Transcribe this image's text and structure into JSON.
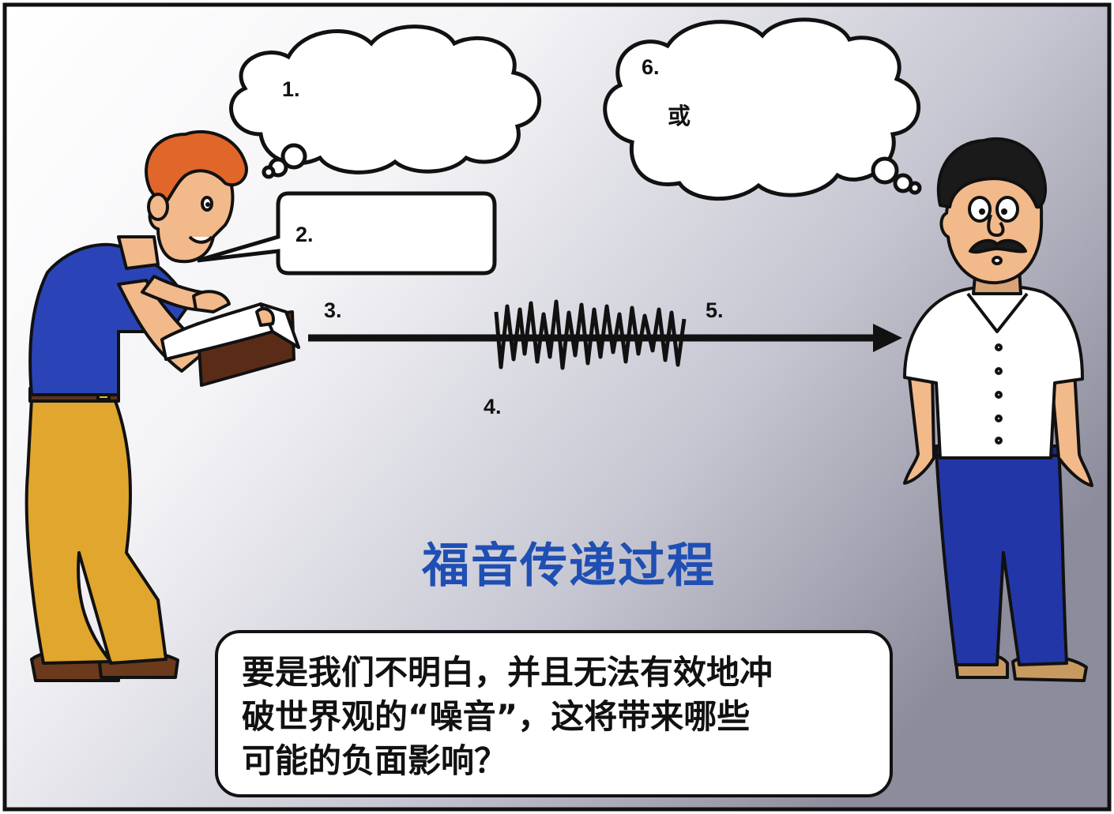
{
  "labels": {
    "n1": "1.",
    "n2": "2.",
    "n3": "3.",
    "n4": "4.",
    "n5": "5.",
    "n6": "6.",
    "or": "或"
  },
  "title": "福音传递过程",
  "question": "要是我们不明白，并且无法有效地冲\n破世界观的“噪音”，这将带来哪些\n可能的负面影响？",
  "colors": {
    "title": "#1f4fb3",
    "sender_shirt": "#2a44b8",
    "sender_pants": "#e0a62e",
    "sender_hair": "#e0662a",
    "receiver_shirt": "#ffffff",
    "receiver_pants": "#2236a8",
    "skin": "#f2b98b"
  }
}
